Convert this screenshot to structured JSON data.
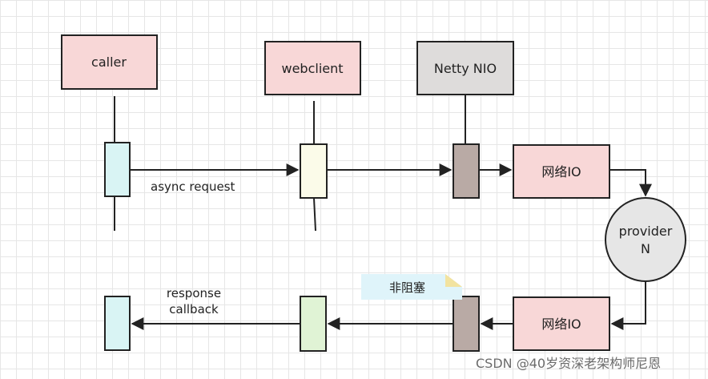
{
  "nodes": {
    "caller": "caller",
    "webclient": "webclient",
    "netty": "Netty NIO",
    "io_top": "网络IO",
    "provider_line1": "provider",
    "provider_line2": "N",
    "io_bottom": "网络IO"
  },
  "labels": {
    "async_request": "async request",
    "response_line1": "response",
    "response_line2": "callback",
    "nonblocking": "非阻塞"
  },
  "watermark": {
    "text": "CSDN @40岁资深老架构师尼恩"
  },
  "colors": {
    "pink": "#f8d7d7",
    "gray": "#dedcdb",
    "cyan": "#d9f4f4",
    "cream": "#fbfbe9",
    "taupe": "#b9aaa5",
    "green": "#e0f3d5",
    "note_blue": "#dff4fa",
    "note_fold": "#f2e3a0"
  }
}
